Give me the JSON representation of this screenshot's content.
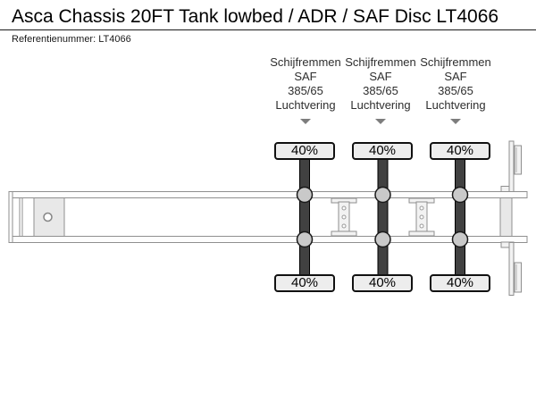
{
  "header": {
    "title": "Asca Chassis 20FT Tank lowbed / ADR / SAF Disc LT4066",
    "reference": "Referentienummer: LT4066"
  },
  "specs": {
    "columns": [
      {
        "lines": [
          "Schijfremmen",
          "SAF",
          "385/65",
          "Luchtvering"
        ]
      },
      {
        "lines": [
          "Schijfremmen",
          "SAF",
          "385/65",
          "Luchtvering"
        ]
      },
      {
        "lines": [
          "Schijfremmen",
          "SAF",
          "385/65",
          "Luchtvering"
        ]
      }
    ]
  },
  "axles": [
    {
      "load_top": "40%",
      "load_bottom": "40%"
    },
    {
      "load_top": "40%",
      "load_bottom": "40%"
    },
    {
      "load_top": "40%",
      "load_bottom": "40%"
    }
  ],
  "diagram": {
    "type": "chassis-top-view",
    "axle_count": 3,
    "colors": {
      "axle_bar": "#414141",
      "badge_fill": "#ededed",
      "badge_border": "#111111",
      "frame_outline": "#8f8f8f",
      "plate_fill": "#e8e8e8",
      "hub_fill": "#c9c9c9"
    }
  }
}
